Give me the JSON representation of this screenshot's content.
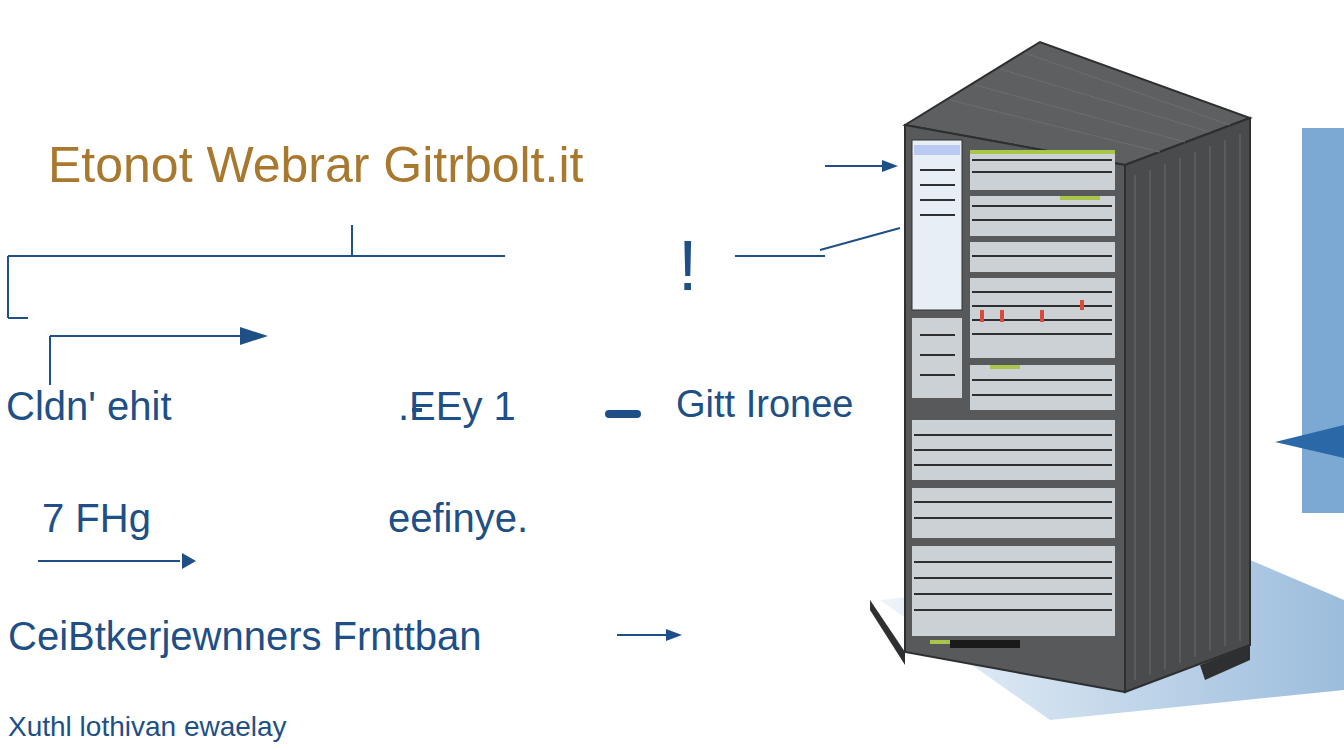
{
  "diagram": {
    "title": "Etonot Webrar Gitrbolt.it",
    "labels": [
      "!",
      "Cldn' ehit",
      ".EEy 1",
      "Gitt Ironee",
      "7 FHg",
      "eefinye.",
      "CeiBtkerjewnners Frnttban",
      "Xuthl lothivan ewaelay"
    ]
  }
}
